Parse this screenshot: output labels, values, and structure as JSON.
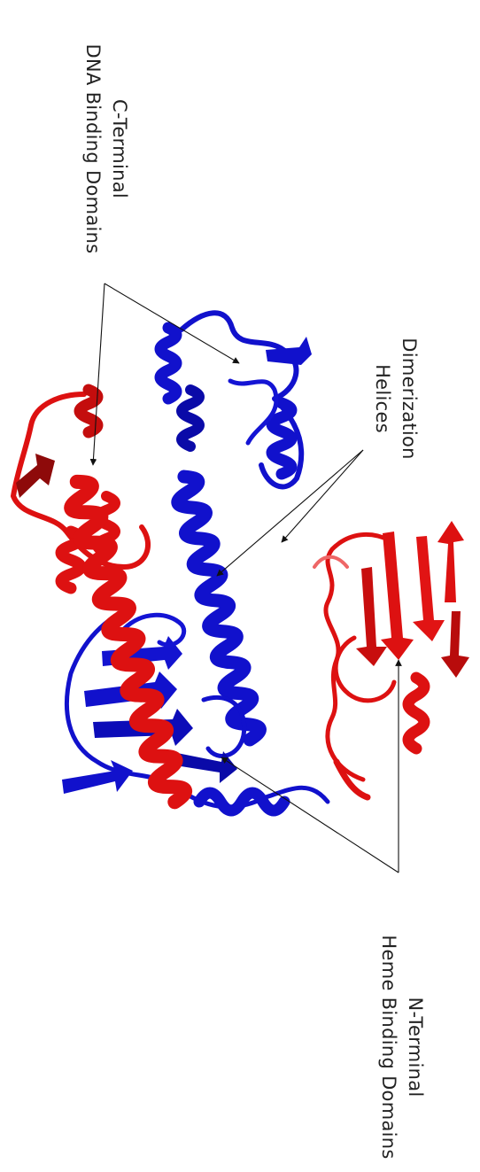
{
  "labels": {
    "c_terminal_line1": "C-Terminal",
    "c_terminal_line2": "DNA Binding Domains",
    "dimerization_line1": "Dimerization",
    "dimerization_line2": "Helices",
    "n_terminal_line1": "N-Terminal",
    "n_terminal_line2": "Heme Binding Domains"
  },
  "colors": {
    "chain_a": "#dd1111",
    "chain_a_dark": "#8e0a0a",
    "chain_b": "#1111cc",
    "chain_b_dark": "#050580",
    "text": "#222222",
    "arrow": "#111111",
    "background": "#ffffff"
  }
}
